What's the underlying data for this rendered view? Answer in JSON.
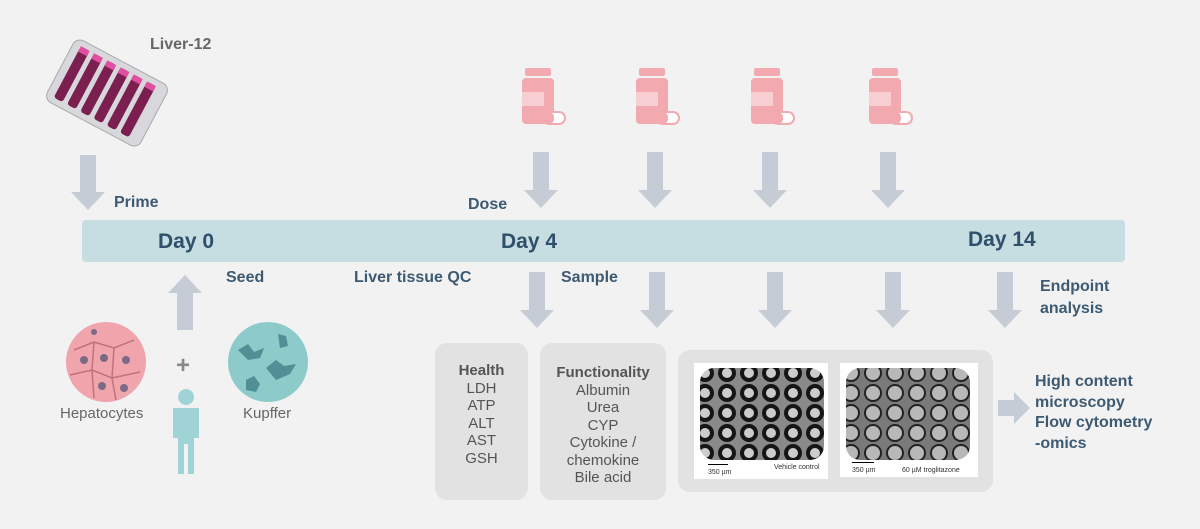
{
  "device": {
    "label": "Liver-12"
  },
  "steps": {
    "prime": "Prime",
    "dose": "Dose",
    "seed": "Seed",
    "qc": "Liver tissue QC",
    "sample": "Sample",
    "endpoint": "Endpoint analysis"
  },
  "timeline": {
    "day0": "Day 0",
    "day4": "Day 4",
    "day14": "Day 14"
  },
  "cells": {
    "hepatocytes": "Hepatocytes",
    "kupffer": "Kupffer",
    "plus": "+"
  },
  "health": {
    "title": "Health",
    "items": [
      "LDH",
      "ATP",
      "ALT",
      "AST",
      "GSH"
    ]
  },
  "functionality": {
    "title": "Functionality",
    "items": [
      "Albumin",
      "Urea",
      "CYP",
      "Cytokine /",
      "chemokine",
      "Bile acid"
    ]
  },
  "microscopy": {
    "left": {
      "scale": "350 µm",
      "caption": "Vehicle control"
    },
    "right": {
      "scale": "350 µm",
      "caption": "60 µM troglitazone"
    }
  },
  "outputs": [
    "High content",
    "microscopy",
    "Flow cytometry",
    "-omics"
  ],
  "colors": {
    "timeline": "#c6dee1",
    "arrow": "#c5ccd6",
    "bottle": "#f2aab0",
    "text": "#3d5a73"
  }
}
